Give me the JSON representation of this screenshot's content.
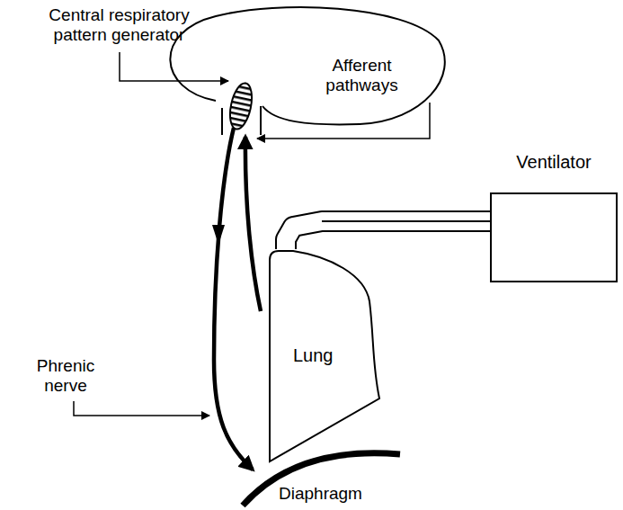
{
  "diagram": {
    "nodes": [
      {
        "text": [
          "Ventilator"
        ]
      },
      {
        "text": [
          "Lung"
        ]
      }
    ],
    "edges": [
      {
        "from": 0,
        "to": 1,
        "arrow": "none"
      }
    ],
    "labels": [
      "Central respiratory pattern generator",
      "Afferent pathways",
      "Phrenic nerve",
      "Diaphragm"
    ]
  }
}
